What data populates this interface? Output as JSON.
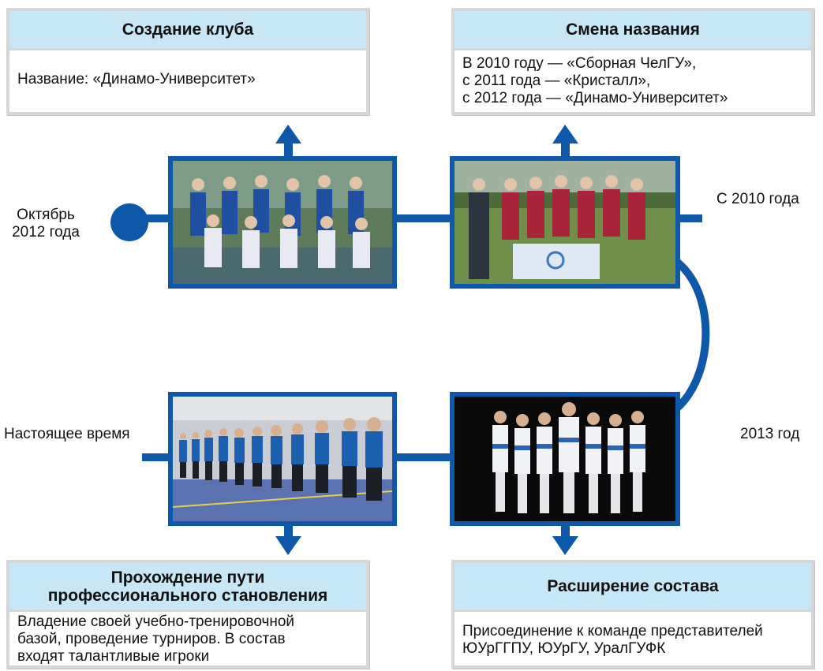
{
  "colors": {
    "accent": "#0d58a8",
    "header_fill": "#c7e6f6",
    "box_border": "#d6d6d6"
  },
  "boxes": {
    "club_creation": {
      "title": "Создание клуба",
      "text": "Название: «Динамо-Университет»"
    },
    "name_change": {
      "title": "Смена названия",
      "lines": [
        "В 2010 году — «Сборная ЧелГУ»,",
        "с 2011 года — «Кристалл»,",
        "с 2012 года — «Динамо-Университет»"
      ]
    },
    "professional_path": {
      "title_lines": [
        "Прохождение пути",
        "профессионального становления"
      ],
      "lines": [
        "Владение своей учебно-тренировочной",
        "базой, проведение турниров. В состав",
        "входят талантливые игроки"
      ]
    },
    "roster_expansion": {
      "title": "Расширение состава",
      "lines": [
        "Присоединение к команде представителей",
        "ЮУрГГПУ, ЮУрГУ, УралГУФК"
      ]
    }
  },
  "timeline": {
    "oct_2012_lines": [
      "Октябрь",
      "2012 года"
    ],
    "since_2010": "С 2010 года",
    "year_2013": "2013 год",
    "present": "Настоящее время"
  },
  "photos": {
    "oct_2012": "team-photo-with-medals-outdoor",
    "since_2010": "team-photo-with-flag",
    "year_2013": "team-photo-black-background",
    "present": "team-lineup-indoor-arena"
  }
}
